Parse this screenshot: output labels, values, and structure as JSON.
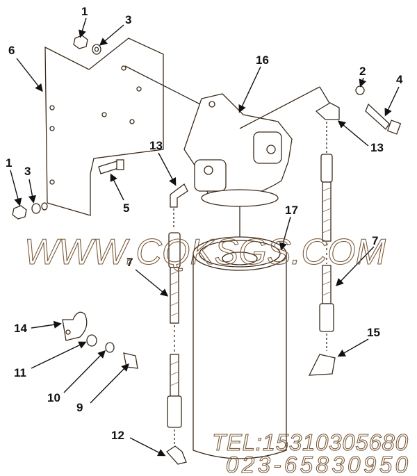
{
  "callouts": [
    {
      "label": "1",
      "part": "nut"
    },
    {
      "label": "3",
      "part": "washer"
    },
    {
      "label": "6",
      "part": "bracket"
    },
    {
      "label": "16",
      "part": "filter-head"
    },
    {
      "label": "2",
      "part": "washer"
    },
    {
      "label": "4",
      "part": "capscrew"
    },
    {
      "label": "13",
      "part": "elbow"
    },
    {
      "label": "13",
      "part": "elbow"
    },
    {
      "label": "1",
      "part": "nut"
    },
    {
      "label": "3",
      "part": "washer"
    },
    {
      "label": "5",
      "part": "capscrew"
    },
    {
      "label": "17",
      "part": "filter"
    },
    {
      "label": "7",
      "part": "hose"
    },
    {
      "label": "7",
      "part": "hose"
    },
    {
      "label": "14",
      "part": "clamp"
    },
    {
      "label": "11",
      "part": "washer"
    },
    {
      "label": "10",
      "part": "washer"
    },
    {
      "label": "9",
      "part": "capscrew"
    },
    {
      "label": "15",
      "part": "elbow"
    },
    {
      "label": "12",
      "part": "elbow"
    }
  ],
  "watermark": {
    "site": "WWW.CQKSGS.COM",
    "tel": "TEL:15310305680",
    "phone": "023-65830950"
  },
  "colors": {
    "line": "#3a2a1a",
    "watermark": "#7a5a3a"
  }
}
